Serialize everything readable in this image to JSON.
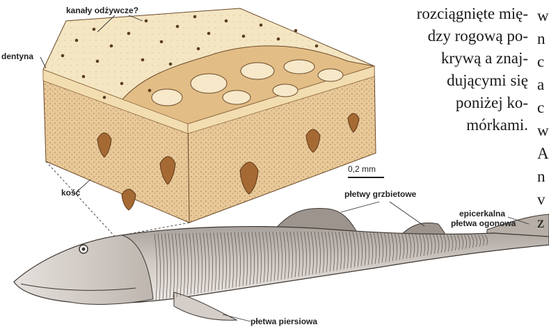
{
  "labels": {
    "kanaly": "kanały odżywcze?",
    "dentyna": "dentyna",
    "kosc": "kość",
    "scale": "0,2 mm",
    "pletwy_grzbietowe": "płetwy grzbietowe",
    "epicerkalna_1": "epicerkalna",
    "epicerkalna_2": "płetwa ogonowa",
    "pletwa_piersiowa": "płetwa piersiowa"
  },
  "text_block": [
    "rozciągnięte mię-",
    "dzy rogową po-",
    "krywą a znaj-",
    "dującymi się",
    "poniżej ko-",
    "mórkami."
  ],
  "edge_letters": [
    "w",
    "n",
    "c",
    "a",
    "c",
    "w",
    "A",
    "n",
    "v",
    "z"
  ],
  "colors": {
    "tissue_top": "#f4e6c2",
    "tissue_side": "#e6c595",
    "tissue_dark": "#c9955c",
    "fish_body": "#c9c1ba",
    "fish_dark": "#8f8680",
    "fish_fin_light": "#ebe6e2",
    "ink": "#1a1a1a"
  }
}
